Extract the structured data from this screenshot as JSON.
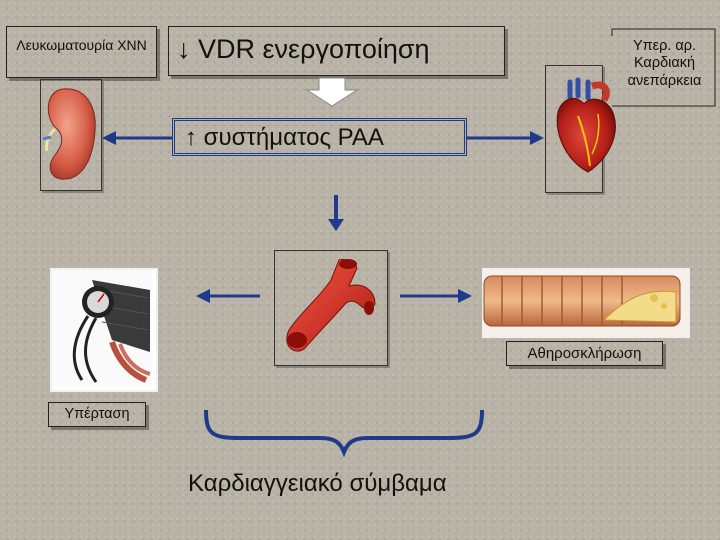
{
  "labels": {
    "proteinuria": "Λευκωματουρία ΧΝΝ",
    "vdr": "↓ VDR ενεργοποίηση",
    "heart_failure": "Υπερ. αρ. Καρδιακή ανεπάρκεια",
    "raa": "↑ συστήματος ΡΑΑ",
    "atherosclerosis": "Αθηροσκλήρωση",
    "hypertension": "Υπέρταση",
    "cardiovascular": "Καρδιαγγειακό σύμβαμα"
  },
  "icons": {
    "kidney": "kidney-icon",
    "heart": "heart-icon",
    "artery": "artery-icon",
    "plaque_artery": "atherosclerotic-artery-icon",
    "bp_cuff": "blood-pressure-cuff-icon",
    "brace": "curly-brace-icon"
  },
  "colors": {
    "background": "#b9b2a6",
    "arrow_blue": "#1e3a8a",
    "organ_red": "#c0392b"
  }
}
